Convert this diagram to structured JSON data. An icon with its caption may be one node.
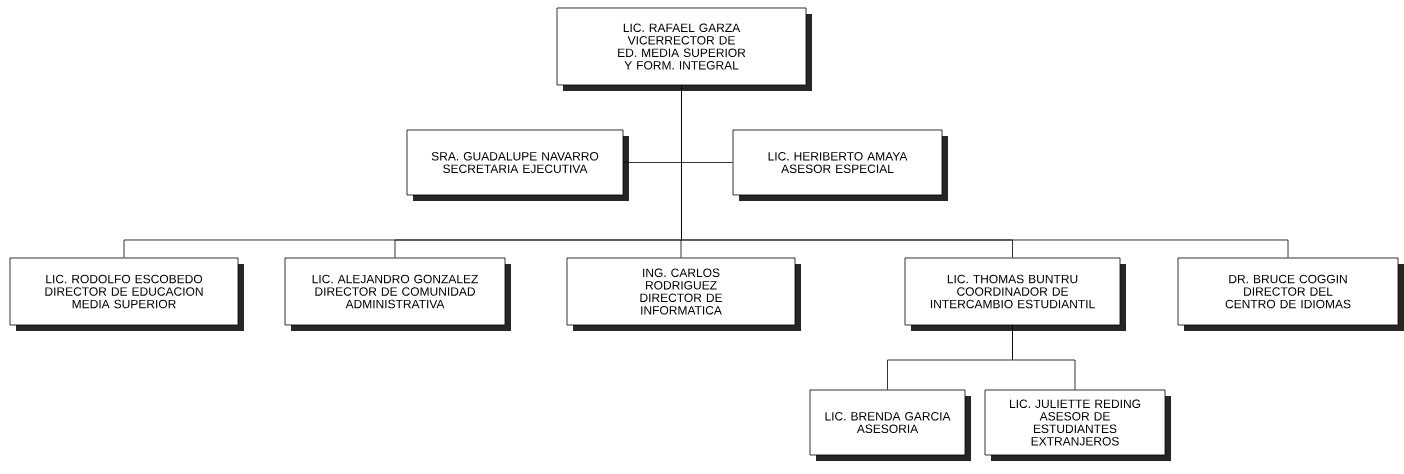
{
  "diagram": {
    "nodes": [
      {
        "text": [
          "LIC. RAFAEL GARZA",
          "VICERRECTOR DE ED. MEDIA SUPERIOR Y FORM. INTEGRAL"
        ]
      },
      {
        "text": [
          "SRA. GUADALUPE NAVARRO",
          "SECRETARIA EJECUTIVA"
        ]
      },
      {
        "text": [
          "LIC. HERIBERTO AMAYA",
          "ASESOR ESPECIAL"
        ]
      },
      {
        "text": [
          "LIC. RODOLFO ESCOBEDO",
          "DIRECTOR DE EDUCACION MEDIA SUPERIOR"
        ]
      },
      {
        "text": [
          "LIC. ALEJANDRO GONZALEZ",
          "DIRECTOR DE COMUNIDAD ADMINISTRATIVA"
        ]
      },
      {
        "text": [
          "ING. CARLOS RODRIGUEZ",
          "DIRECTOR DE INFORMATICA"
        ]
      },
      {
        "text": [
          "LIC. THOMAS BUNTRU",
          "COORDINADOR DE INTERCAMBIO ESTUDIANTIL"
        ]
      },
      {
        "text": [
          "DR. BRUCE COGGIN",
          "DIRECTOR DEL CENTRO DE IDIOMAS"
        ]
      },
      {
        "text": [
          "LIC. BRENDA GARCIA",
          "ASESORIA"
        ]
      },
      {
        "text": [
          "LIC. JULIETTE REDING",
          "ASESOR DE ESTUDIANTES EXTRANJEROS"
        ]
      }
    ],
    "edges": [
      {
        "from": 0,
        "to": 1,
        "arrow": "none"
      },
      {
        "from": 0,
        "to": 2,
        "arrow": "none"
      },
      {
        "from": 0,
        "to": 3,
        "arrow": "none"
      },
      {
        "from": 0,
        "to": 4,
        "arrow": "none"
      },
      {
        "from": 0,
        "to": 5,
        "arrow": "none"
      },
      {
        "from": 0,
        "to": 6,
        "arrow": "none"
      },
      {
        "from": 0,
        "to": 7,
        "arrow": "none"
      },
      {
        "from": 6,
        "to": 8,
        "arrow": "none"
      },
      {
        "from": 6,
        "to": 9,
        "arrow": "none"
      }
    ]
  }
}
